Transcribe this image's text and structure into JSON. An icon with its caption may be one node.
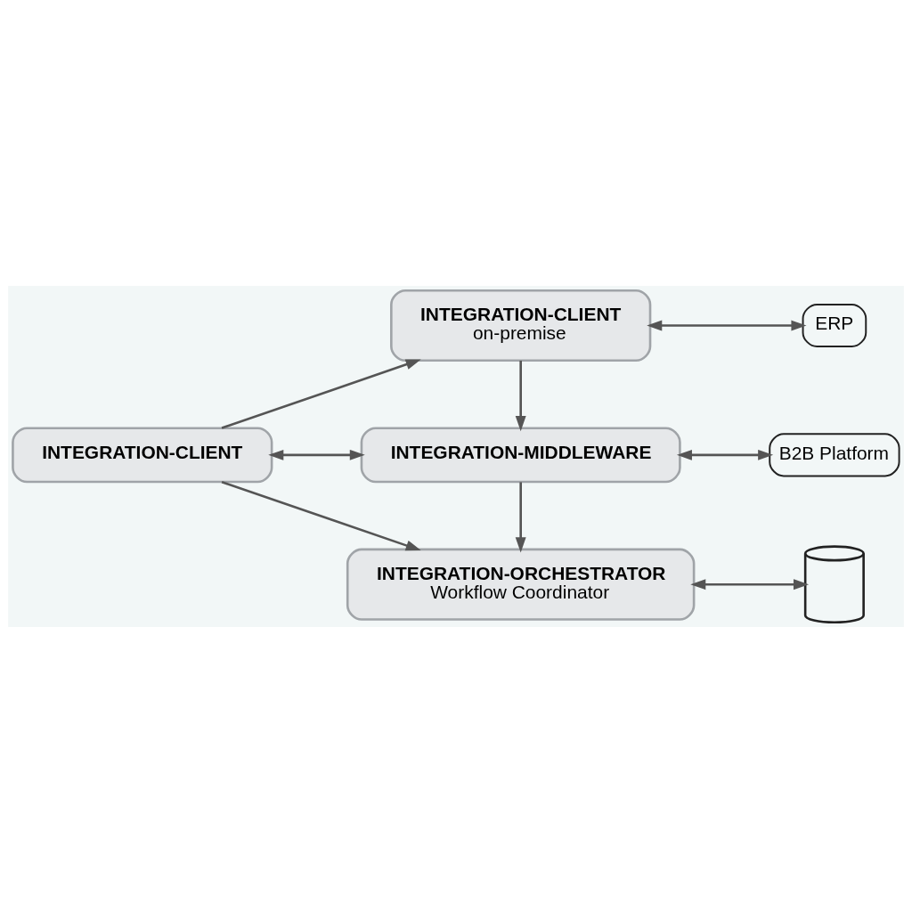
{
  "diagram": {
    "nodes": [
      {
        "text": [
          "INTEGRATION-CLIENT",
          "on-premise"
        ]
      },
      {
        "text": [
          "ERP"
        ]
      },
      {
        "text": [
          "INTEGRATION-CLIENT"
        ]
      },
      {
        "text": [
          "INTEGRATION-MIDDLEWARE"
        ]
      },
      {
        "text": [
          "B2B Platform"
        ]
      },
      {
        "text": [
          "INTEGRATION-ORCHESTRATOR",
          "Workflow Coordinator"
        ]
      },
      {
        "text": [],
        "shape": "cylinder"
      }
    ],
    "edges": [
      {
        "from": 2,
        "to": 0,
        "arrow": "to"
      },
      {
        "from": 0,
        "to": 1,
        "arrow": "both"
      },
      {
        "from": 0,
        "to": 3,
        "arrow": "to"
      },
      {
        "from": 2,
        "to": 3,
        "arrow": "both"
      },
      {
        "from": 3,
        "to": 4,
        "arrow": "both"
      },
      {
        "from": 3,
        "to": 5,
        "arrow": "to"
      },
      {
        "from": 2,
        "to": 5,
        "arrow": "to"
      },
      {
        "from": 5,
        "to": 6,
        "arrow": "both"
      }
    ]
  }
}
